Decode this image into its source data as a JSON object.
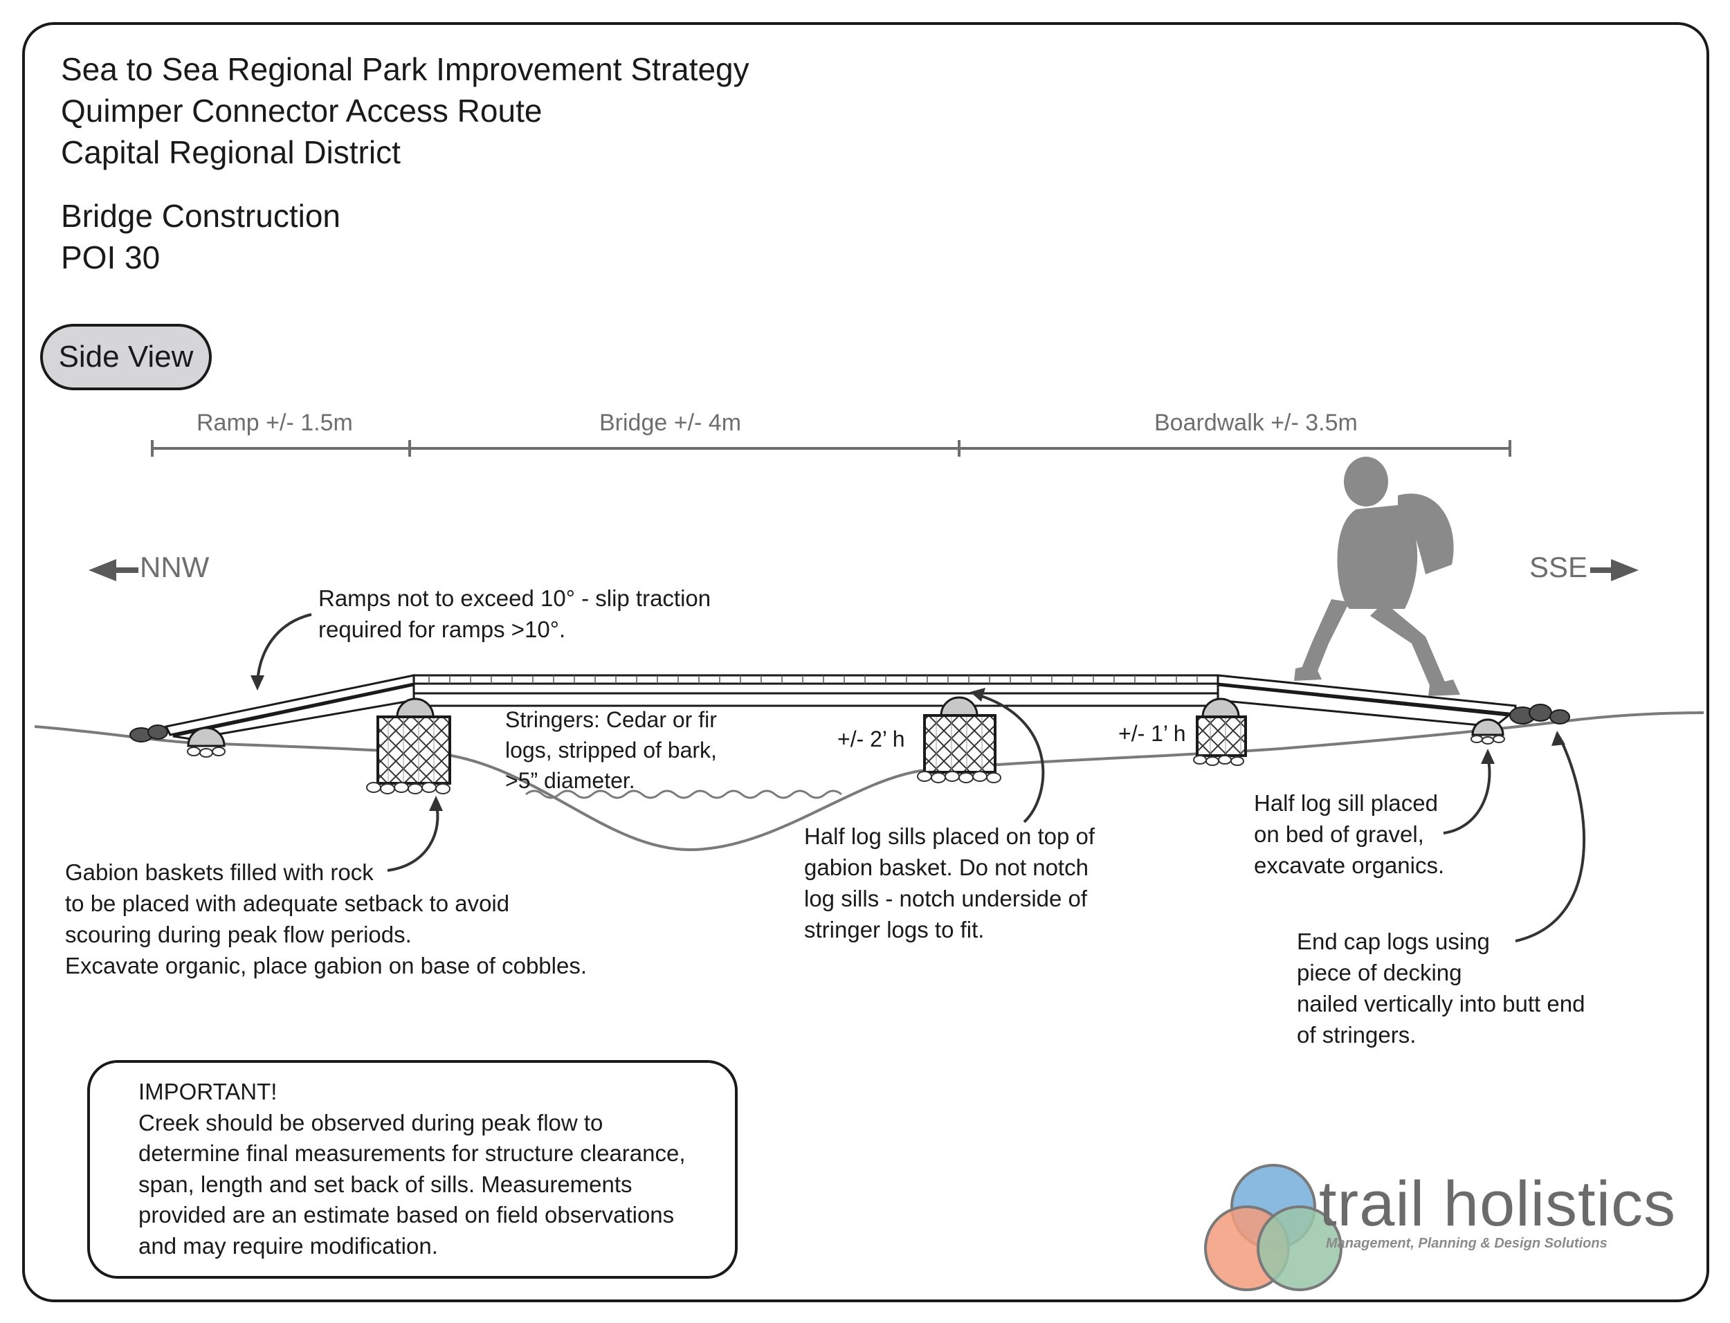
{
  "title": {
    "line1": "Sea to Sea Regional Park Improvement Strategy",
    "line2": "Quimper Connector Access Route",
    "line3": "Capital Regional District"
  },
  "subtitle": {
    "line1": "Bridge Construction",
    "line2": "POI 30"
  },
  "view_label": "Side View",
  "dimensions": {
    "ramp": "Ramp +/- 1.5m",
    "bridge": "Bridge +/- 4m",
    "boardwalk": "Boardwalk +/- 3.5m"
  },
  "directions": {
    "left": "NNW",
    "right": "SSE"
  },
  "annotations": {
    "ramp_note": [
      "Ramps not to exceed 10° - slip traction",
      "required for ramps >10°."
    ],
    "stringers": [
      "Stringers: Cedar or fir",
      "logs, stripped of bark,",
      ">5” diameter."
    ],
    "height_2": "+/- 2’ h",
    "height_1": "+/- 1’ h",
    "gabion": [
      "Gabion baskets filled with rock",
      "to be placed with adequate setback to avoid",
      "scouring during peak flow periods.",
      "Excavate organic, place gabion on base of cobbles."
    ],
    "half_log_top": [
      "Half log sills placed on top of",
      "gabion basket.  Do not notch",
      "log sills - notch underside of",
      "stringer logs to fit."
    ],
    "half_log_gravel": [
      "Half log sill placed",
      "on bed of gravel,",
      "excavate organics."
    ],
    "end_cap": [
      "End cap logs using",
      "piece of decking",
      "nailed vertically into butt end",
      "of stringers."
    ]
  },
  "important": {
    "heading": "IMPORTANT!",
    "lines": [
      "Creek should be observed during peak flow to",
      "determine final measurements for structure clearance,",
      "span, length and set back of sills. Measurements",
      "provided are an estimate based on field observations",
      "and may require modification."
    ]
  },
  "brand": {
    "name": "trail holistics",
    "tagline": "Management, Planning & Design Solutions",
    "colors": {
      "blue": "#7fb3de",
      "orange": "#f2926e",
      "green": "#8fbfa0",
      "gray": "#6b6b6b"
    }
  },
  "colors": {
    "line": "#1a1a1a",
    "ground": "#7a7a7a",
    "dimension": "#6e6e6e",
    "hiker": "#8a8a8a",
    "pill": "#d6d6d8"
  },
  "icons": [
    "arrow-left-icon",
    "arrow-right-icon",
    "hiker-silhouette-icon",
    "gabion-basket-icon",
    "half-log-sill-icon",
    "trail-holistics-logo-icon"
  ]
}
